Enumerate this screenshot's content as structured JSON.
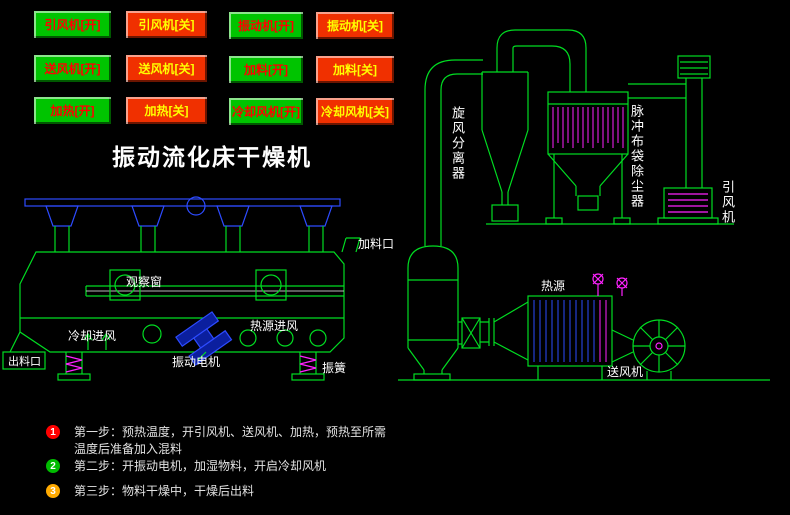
{
  "title": "振动流化床干燥机",
  "controls": {
    "on_color": "#00c400",
    "off_color": "#f03000",
    "on_text_color": "#ff0000",
    "off_text_color": "#ffff00",
    "buttons": [
      {
        "label": "引风机[开]",
        "state": "on"
      },
      {
        "label": "引风机[关]",
        "state": "off"
      },
      {
        "label": "振动机[开]",
        "state": "on"
      },
      {
        "label": "振动机[关]",
        "state": "off"
      },
      {
        "label": "送风机[开]",
        "state": "on"
      },
      {
        "label": "送风机[关]",
        "state": "off"
      },
      {
        "label": "加料[开]",
        "state": "on"
      },
      {
        "label": "加料[关]",
        "state": "off"
      },
      {
        "label": "加热[开]",
        "state": "on"
      },
      {
        "label": "加热[关]",
        "state": "off"
      },
      {
        "label": "冷却风机[开]",
        "state": "on"
      },
      {
        "label": "冷却风机[关]",
        "state": "off"
      }
    ]
  },
  "diagram": {
    "colors": {
      "line": "#00dd22",
      "pipe_blue": "#2d4bff",
      "detail_magenta": "#ff22ff",
      "label": "#ffffff"
    },
    "labels": {
      "feed_port": "加料口",
      "observation_window": "观察窗",
      "cooling_air_inlet": "冷却进风",
      "heat_air_inlet": "热源进风",
      "vibration_motor": "振动电机",
      "discharge_port": "出料口",
      "vibration_spring": "振簧",
      "cyclone_separator": "旋风分离器",
      "pulse_bag_dust_collector": "脉冲布袋除尘器",
      "induced_draft_fan": "引风机",
      "heat_source": "热源",
      "blower_fan": "送风机"
    }
  },
  "steps": [
    {
      "num": "1",
      "badge_color": "#ff0000",
      "lines": [
        "第一步：预热温度，开引风机、送风机、加热，预热至所需",
        "温度后准备加入混料"
      ]
    },
    {
      "num": "2",
      "badge_color": "#00bb00",
      "lines": [
        "第二步：开振动电机，加湿物料，开启冷却风机"
      ]
    },
    {
      "num": "3",
      "badge_color": "#ffaa00",
      "lines": [
        "第三步：物料干燥中，干燥后出料"
      ]
    }
  ]
}
